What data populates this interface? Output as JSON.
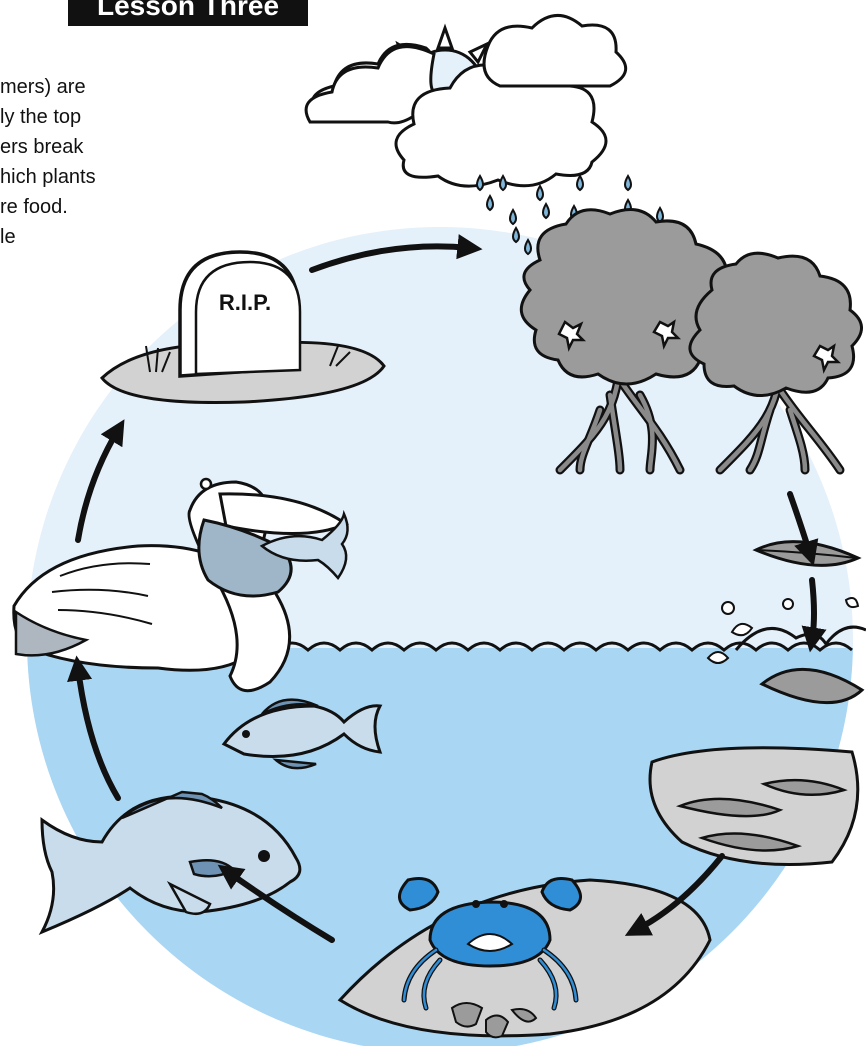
{
  "header": {
    "lesson_label": "Lesson Three"
  },
  "intro_text": {
    "lines": [
      "mers) are",
      "ly the top",
      "ers break",
      "hich plants",
      "re food.",
      "le"
    ]
  },
  "tombstone": {
    "inscription": "R.I.P."
  },
  "cycle": {
    "stages": [
      {
        "name": "sun-and-rain-clouds"
      },
      {
        "name": "mangrove-trees"
      },
      {
        "name": "falling-leaf"
      },
      {
        "name": "leaf-in-water"
      },
      {
        "name": "decomposing-leaves-in-sediment"
      },
      {
        "name": "crab"
      },
      {
        "name": "large-fish"
      },
      {
        "name": "small-fish"
      },
      {
        "name": "pelican-eating-fish"
      },
      {
        "name": "tombstone-grave"
      }
    ]
  },
  "colors": {
    "sky": "#e4f0fa",
    "water": "#a9d6f3",
    "outline": "#111111",
    "tree_gray": "#9b9b9b",
    "crab_blue": "#2f8ed6",
    "fish_blue": "#c9dcec",
    "badge": "#111111"
  }
}
